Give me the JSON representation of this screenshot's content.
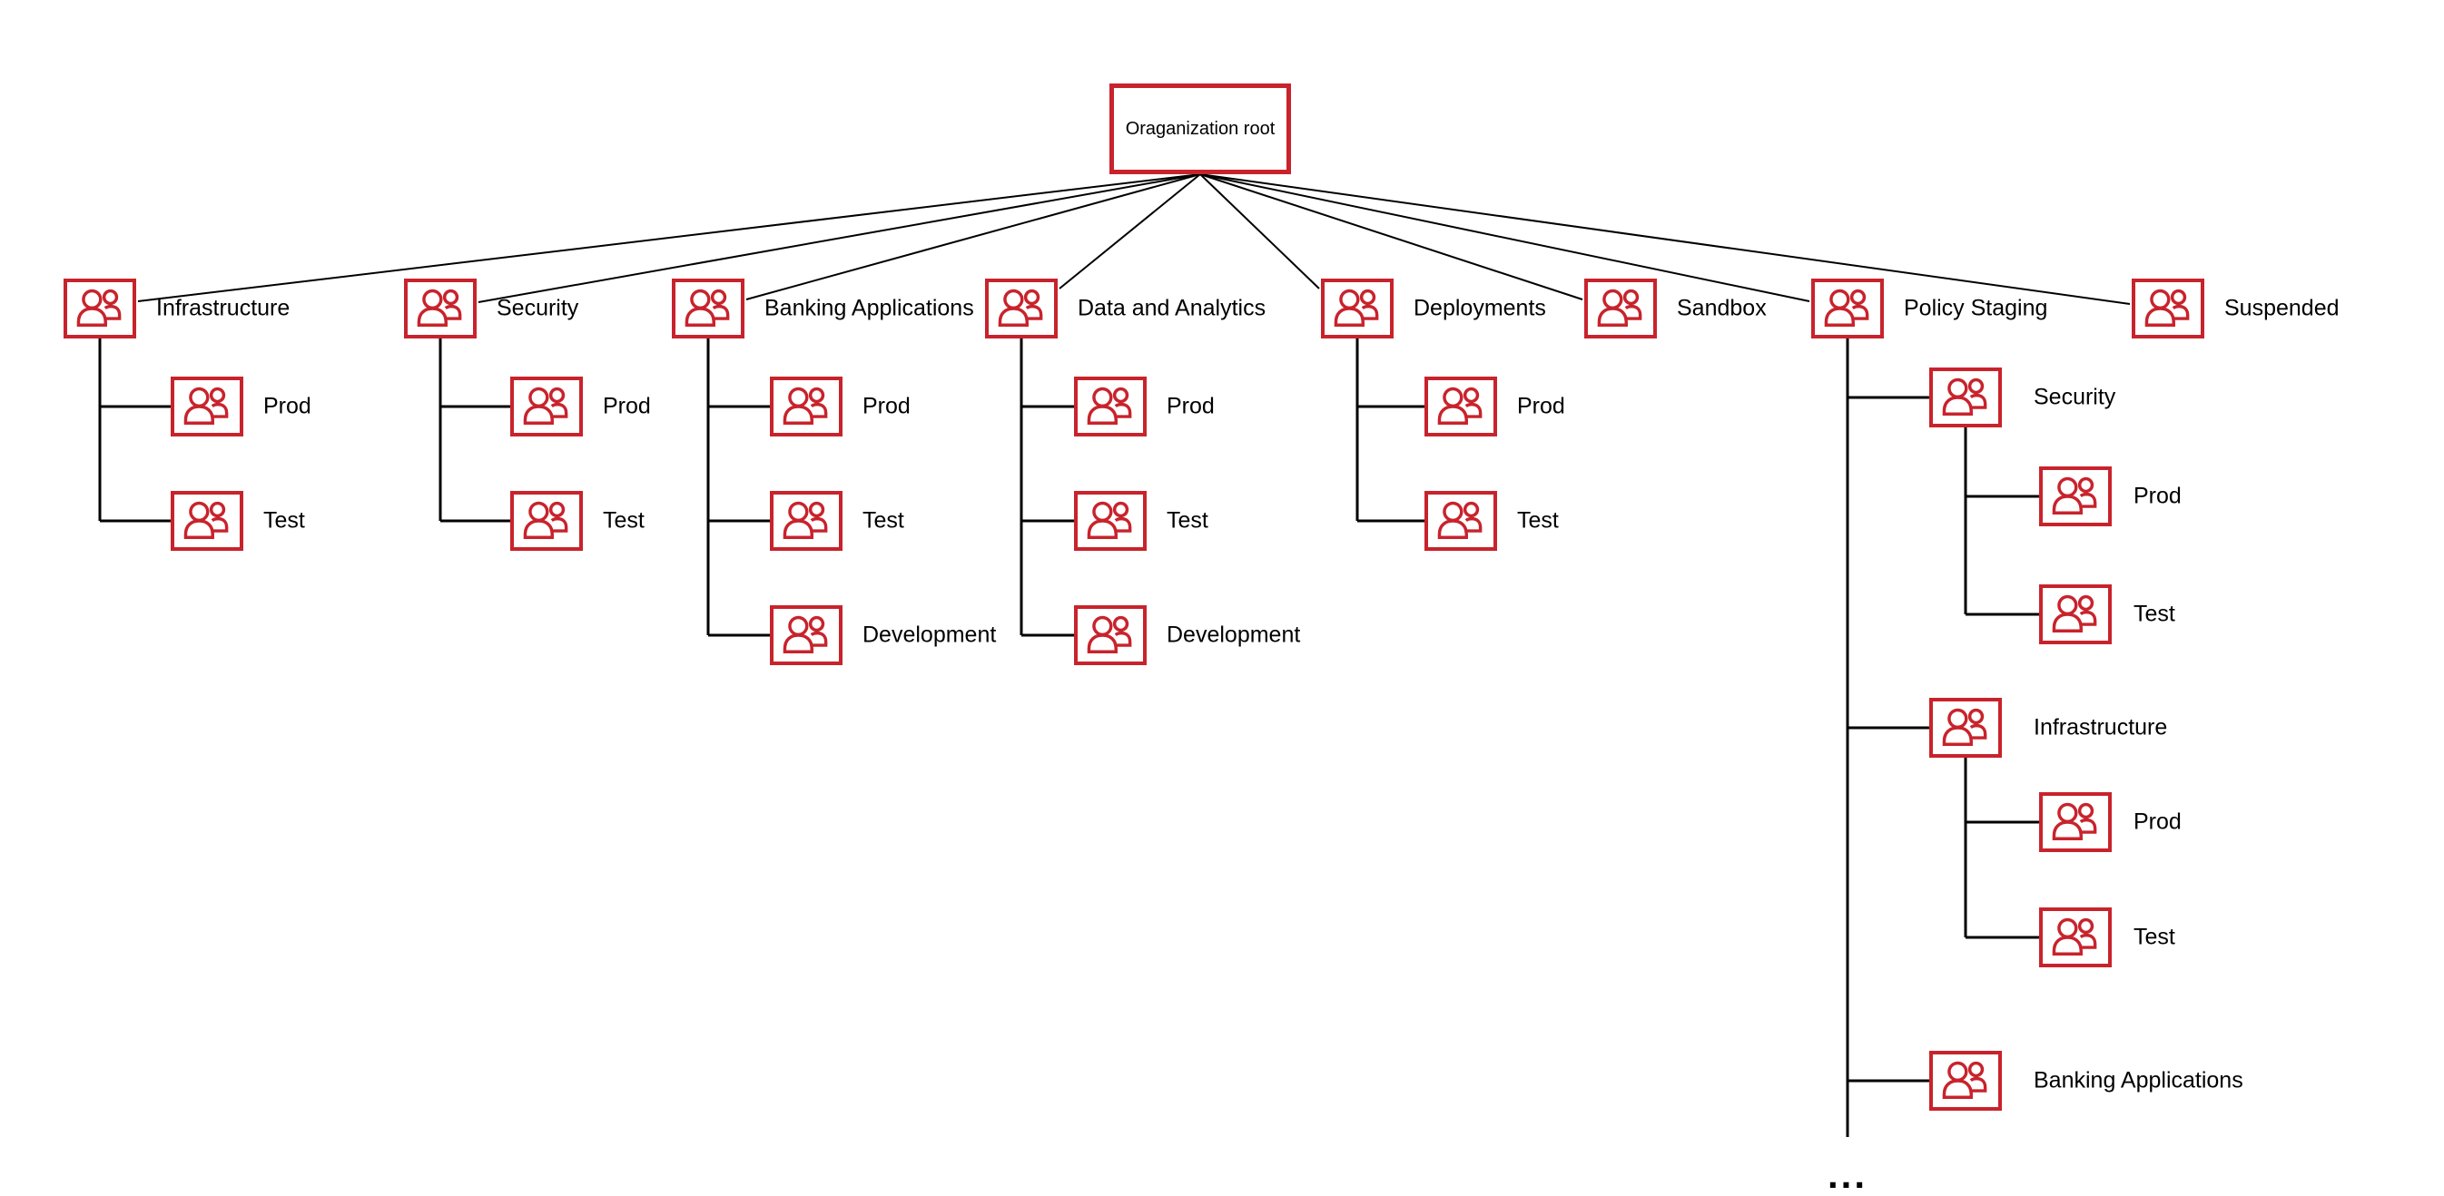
{
  "colors": {
    "accent": "#C8232C",
    "line": "#000000",
    "background": "#FFFFFF",
    "text": "#000000"
  },
  "root": {
    "label": "Oraganization root"
  },
  "truncation_ellipsis": "...",
  "ous": [
    {
      "label": "Infrastructure",
      "children": [
        {
          "label": "Prod"
        },
        {
          "label": "Test"
        }
      ]
    },
    {
      "label": "Security",
      "children": [
        {
          "label": "Prod"
        },
        {
          "label": "Test"
        }
      ]
    },
    {
      "label": "Banking Applications",
      "children": [
        {
          "label": "Prod"
        },
        {
          "label": "Test"
        },
        {
          "label": "Development"
        }
      ]
    },
    {
      "label": "Data and Analytics",
      "children": [
        {
          "label": "Prod"
        },
        {
          "label": "Test"
        },
        {
          "label": "Development"
        }
      ]
    },
    {
      "label": "Deployments",
      "children": [
        {
          "label": "Prod"
        },
        {
          "label": "Test"
        }
      ]
    },
    {
      "label": "Sandbox",
      "children": []
    },
    {
      "label": "Policy Staging",
      "children": [
        {
          "label": "Security",
          "children": [
            {
              "label": "Prod"
            },
            {
              "label": "Test"
            }
          ]
        },
        {
          "label": "Infrastructure",
          "children": [
            {
              "label": "Prod"
            },
            {
              "label": "Test"
            }
          ]
        },
        {
          "label": "Banking Applications",
          "children": []
        }
      ]
    },
    {
      "label": "Suspended",
      "children": []
    }
  ]
}
